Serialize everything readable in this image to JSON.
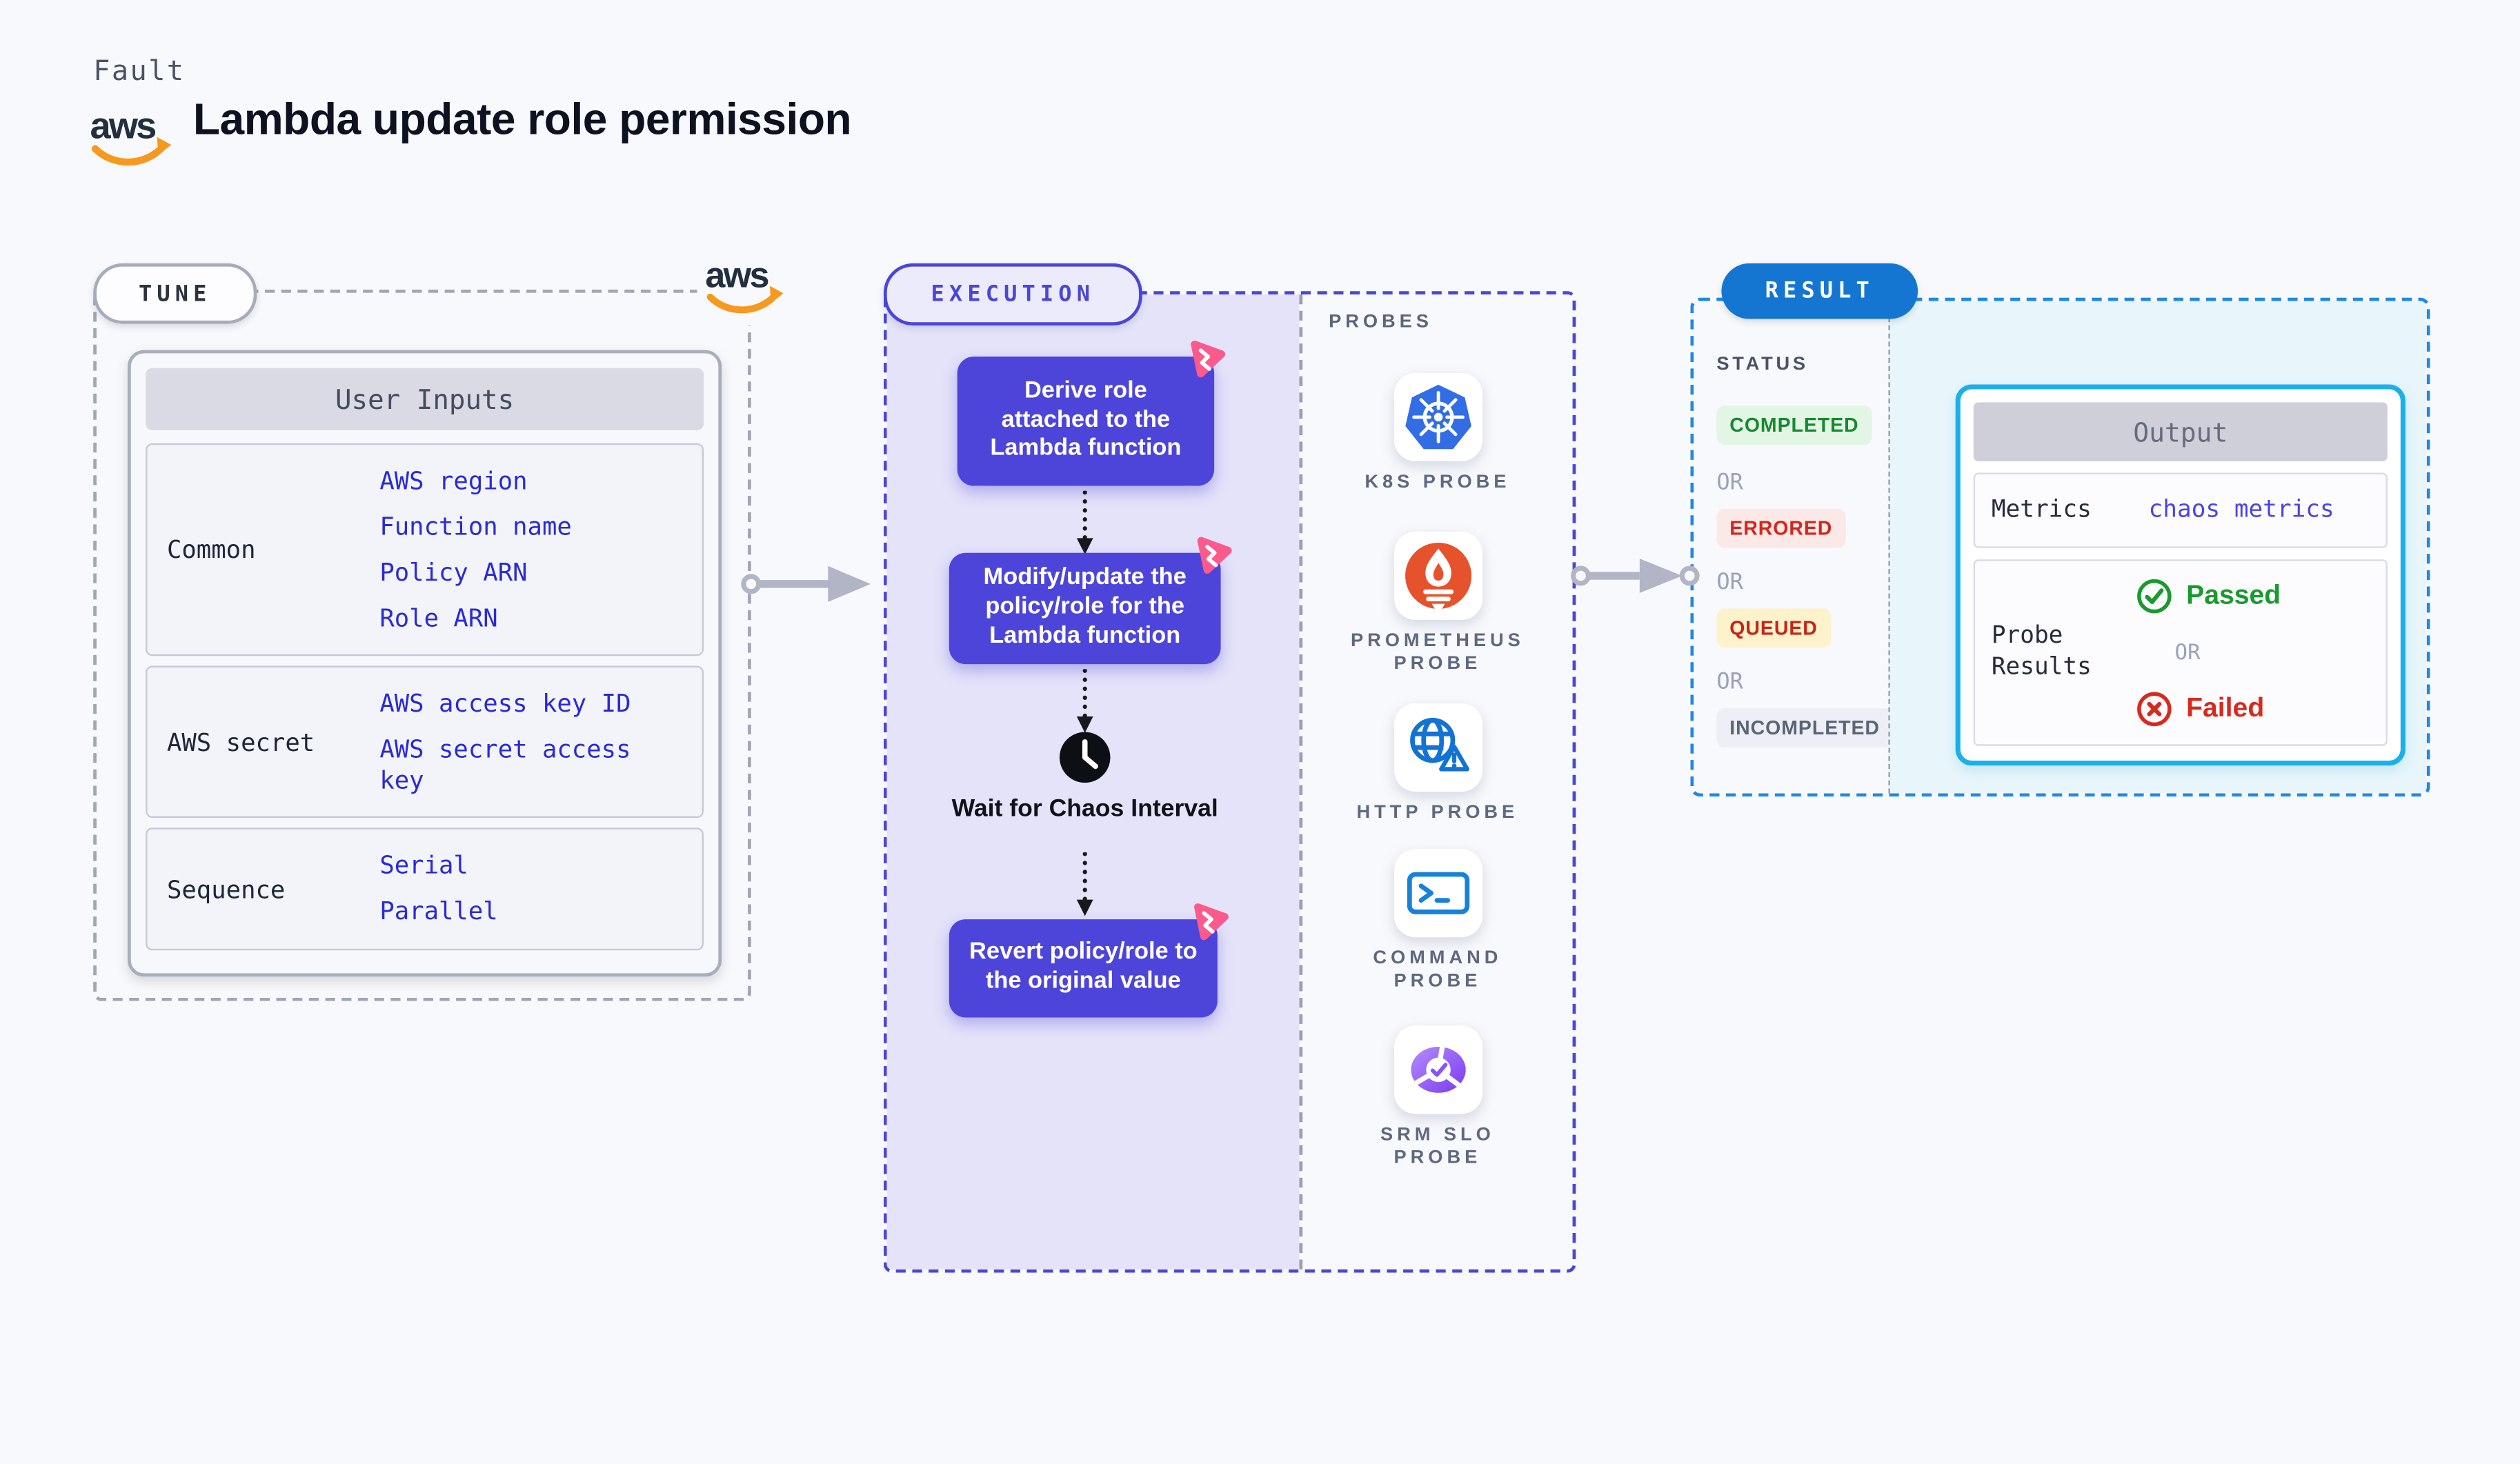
{
  "header": {
    "kicker": "Fault",
    "title": "Lambda update role permission",
    "aws_logo_text": "aws"
  },
  "tune": {
    "pill_label": "TUNE",
    "user_inputs": {
      "header": "User Inputs",
      "rows": [
        {
          "label": "Common",
          "values": [
            "AWS region",
            "Function name",
            "Policy ARN",
            "Role ARN"
          ]
        },
        {
          "label": "AWS secret",
          "values": [
            "AWS access key ID",
            "AWS secret access key"
          ]
        },
        {
          "label": "Sequence",
          "values": [
            "Serial",
            "Parallel"
          ]
        }
      ]
    }
  },
  "execution": {
    "pill_label": "EXECUTION",
    "steps": [
      "Derive role attached to the Lambda function",
      "Modify/update the policy/role for the Lambda function",
      "Revert policy/role to the original value"
    ],
    "wait_label": "Wait for Chaos Interval"
  },
  "probes": {
    "title": "PROBES",
    "items": [
      {
        "icon": "kubernetes-icon",
        "label": "K8S PROBE"
      },
      {
        "icon": "prometheus-icon",
        "label": "PROMETHEUS PROBE"
      },
      {
        "icon": "http-globe-icon",
        "label": "HTTP PROBE"
      },
      {
        "icon": "terminal-icon",
        "label": "COMMAND PROBE"
      },
      {
        "icon": "slo-chart-icon",
        "label": "SRM SLO PROBE"
      }
    ]
  },
  "result": {
    "pill_label": "RESULT",
    "status_label": "STATUS",
    "or_label": "OR",
    "statuses": [
      {
        "label": "COMPLETED",
        "color": "#168a2e",
        "bg": "#e3f5e5"
      },
      {
        "label": "ERRORED",
        "color": "#d3261c",
        "bg": "#fbe9e7"
      },
      {
        "label": "QUEUED",
        "color": "#c52417",
        "bg": "#fcf2cc"
      },
      {
        "label": "INCOMPLETED",
        "color": "#5b6478",
        "bg": "#edeff5"
      }
    ],
    "output": {
      "header": "Output",
      "metrics_label": "Metrics",
      "metrics_value": "chaos metrics",
      "probe_results_label": "Probe Results",
      "passed_label": "Passed",
      "failed_label": "Failed"
    }
  },
  "colors": {
    "page_bg": "#f8f9fc",
    "accent_indigo": "#4a46d8",
    "flow_box_purple": "#4d45da",
    "lavender_bg": "#e4e3f9",
    "pink_chaos": "#fb5a8c",
    "result_pill_blue": "#1576d2",
    "result_dash_blue": "#1e88e5",
    "cyan_border": "#1cb0e8",
    "cyan_bg": "#e8f6fc",
    "link_blue": "#2a2ad6",
    "passed_green": "#189a2e",
    "failed_red": "#d62a1e",
    "aws_orange": "#f7981f",
    "aws_navy": "#232f3e",
    "k8s_blue": "#326de6",
    "prometheus_orange": "#e6522c",
    "probe_icon_blue": "#1273d4",
    "arrow_gray": "#b2b5c6",
    "dash_gray": "#9aa0ae"
  }
}
